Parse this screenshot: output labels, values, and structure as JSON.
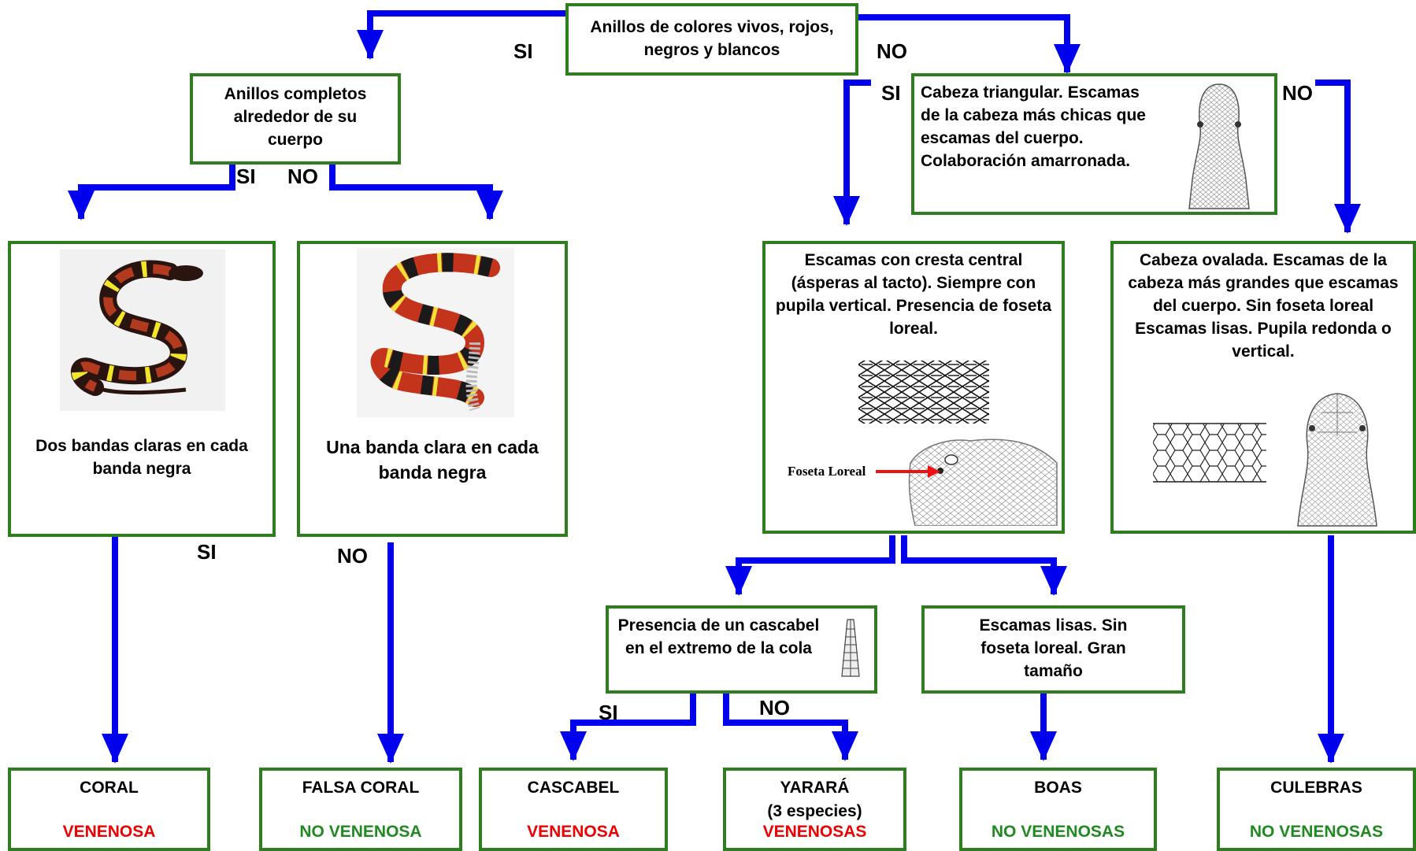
{
  "colors": {
    "arrow": "#0000ee",
    "box_border": "#2e7d1f",
    "venomous": "#ee0000",
    "non_venomous": "#1f8a1f"
  },
  "nodes": {
    "root": "Anillos de colores vivos, rojos, negros y blancos",
    "complete_rings": "Anillos completos alrededor de su cuerpo",
    "two_bands": "Dos bandas claras en cada banda negra",
    "one_band": "Una banda clara en cada banda negra",
    "triangular_head": "Cabeza triangular. Escamas de la cabeza más chicas que escamas del cuerpo. Colaboración amarronada.",
    "keeled_scales": "Escamas con cresta central (ásperas al tacto). Siempre con pupila vertical. Presencia de foseta loreal.",
    "loreal_pit_label": "Foseta Loreal",
    "oval_head": "Cabeza ovalada. Escamas de la cabeza más grandes que escamas del cuerpo. Sin foseta loreal Escamas lisas. Pupila redonda o vertical.",
    "rattle": "Presencia de un cascabel en el extremo de la cola",
    "smooth_scales": "Escamas lisas. Sin foseta loreal. Gran tamaño"
  },
  "results": {
    "coral": {
      "name": "CORAL",
      "status": "VENENOSA"
    },
    "falsa_coral": {
      "name": "FALSA CORAL",
      "status": "NO VENENOSA"
    },
    "cascabel": {
      "name": "CASCABEL",
      "status": "VENENOSA"
    },
    "yarara": {
      "name": "YARARÁ",
      "note": "(3 especies)",
      "status": "VENENOSAS"
    },
    "boas": {
      "name": "BOAS",
      "status": "NO VENENOSAS"
    },
    "culebras": {
      "name": "CULEBRAS",
      "status": "NO VENENOSAS"
    }
  },
  "labels": {
    "yes": "SI",
    "no": "NO"
  },
  "icons": [
    "coral-snake-illustration",
    "false-coral-snake-illustration",
    "triangular-head-illustration",
    "keeled-scales-illustration",
    "loreal-pit-head-illustration",
    "rattle-illustration",
    "smooth-scales-illustration",
    "oval-head-illustration"
  ]
}
